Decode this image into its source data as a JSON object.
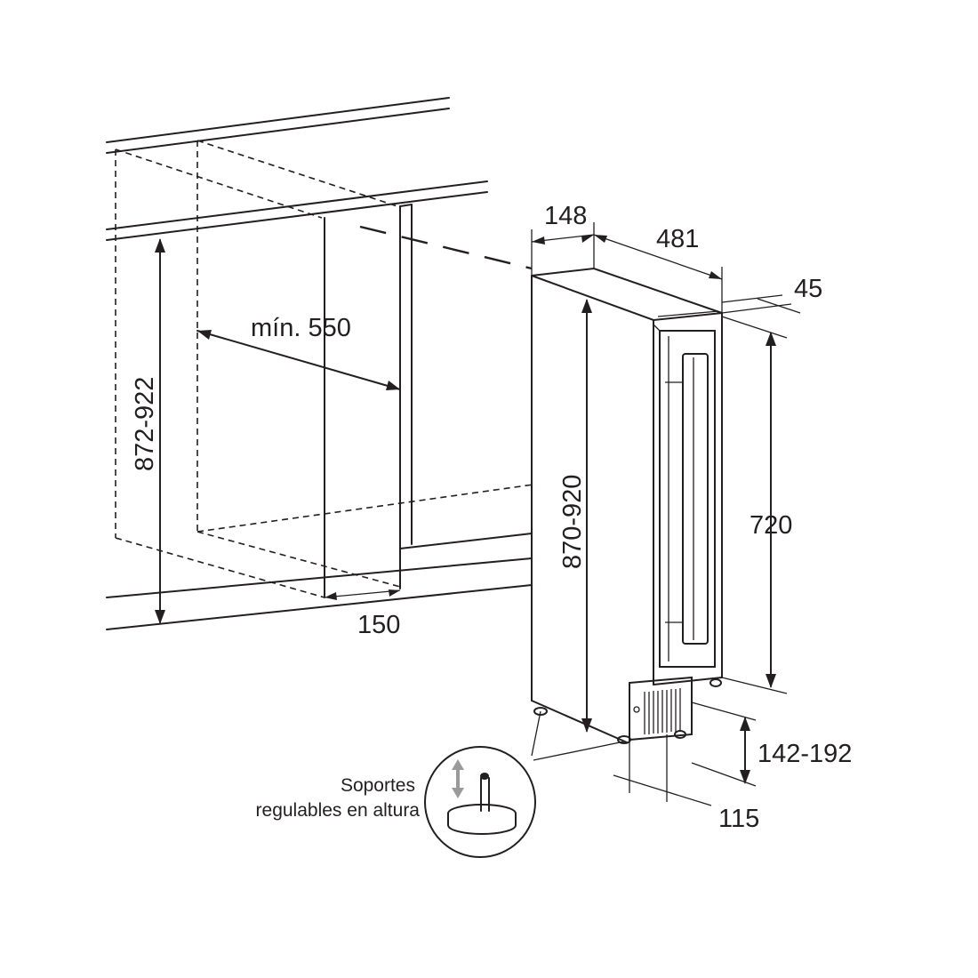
{
  "dimensions": {
    "top_depth_offset": "148",
    "depth": "481",
    "door_thickness": "45",
    "niche_width_min": "mín. 550",
    "niche_height": "872-922",
    "appliance_height": "870-920",
    "door_height": "720",
    "plinth_height": "142-192",
    "plinth_depth": "115",
    "floor_offset": "150"
  },
  "note": {
    "line1": "Soportes",
    "line2": "regulables en altura"
  },
  "icons": {
    "foot": "adjustable-foot-icon",
    "arrow": "up-down-arrow-icon"
  },
  "colors": {
    "line": "#231f20",
    "arrow_gray": "#9a9a9a"
  }
}
